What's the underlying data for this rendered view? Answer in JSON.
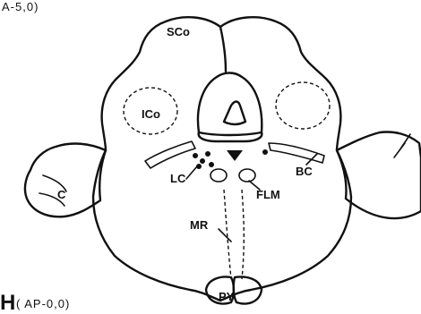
{
  "labels": {
    "top_partial": "A-5,0)",
    "sco": "SCo",
    "ico": "ICo",
    "lc": "LC",
    "bc": "BC",
    "c": "C",
    "flm": "FLM",
    "mr": "MR",
    "py": "PY",
    "panel_letter": "H",
    "panel_ap": "( AP-0,0)"
  }
}
